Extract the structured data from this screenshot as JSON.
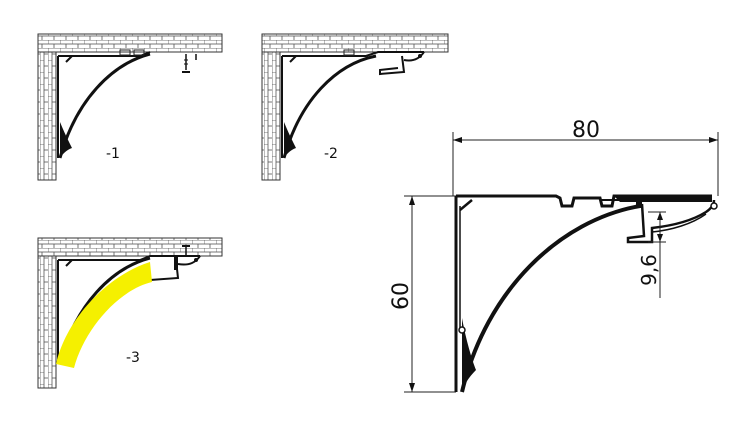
{
  "figures": [
    {
      "id": "variant-1",
      "label": "-1"
    },
    {
      "id": "variant-2",
      "label": "-2"
    },
    {
      "id": "variant-3",
      "label": "-3"
    }
  ],
  "detail": {
    "width_dim": "80",
    "height_dim": "60",
    "lip_dim": "9,6"
  },
  "colors": {
    "line": "#111111",
    "highlight": "#f5f000",
    "background": "#ffffff"
  }
}
